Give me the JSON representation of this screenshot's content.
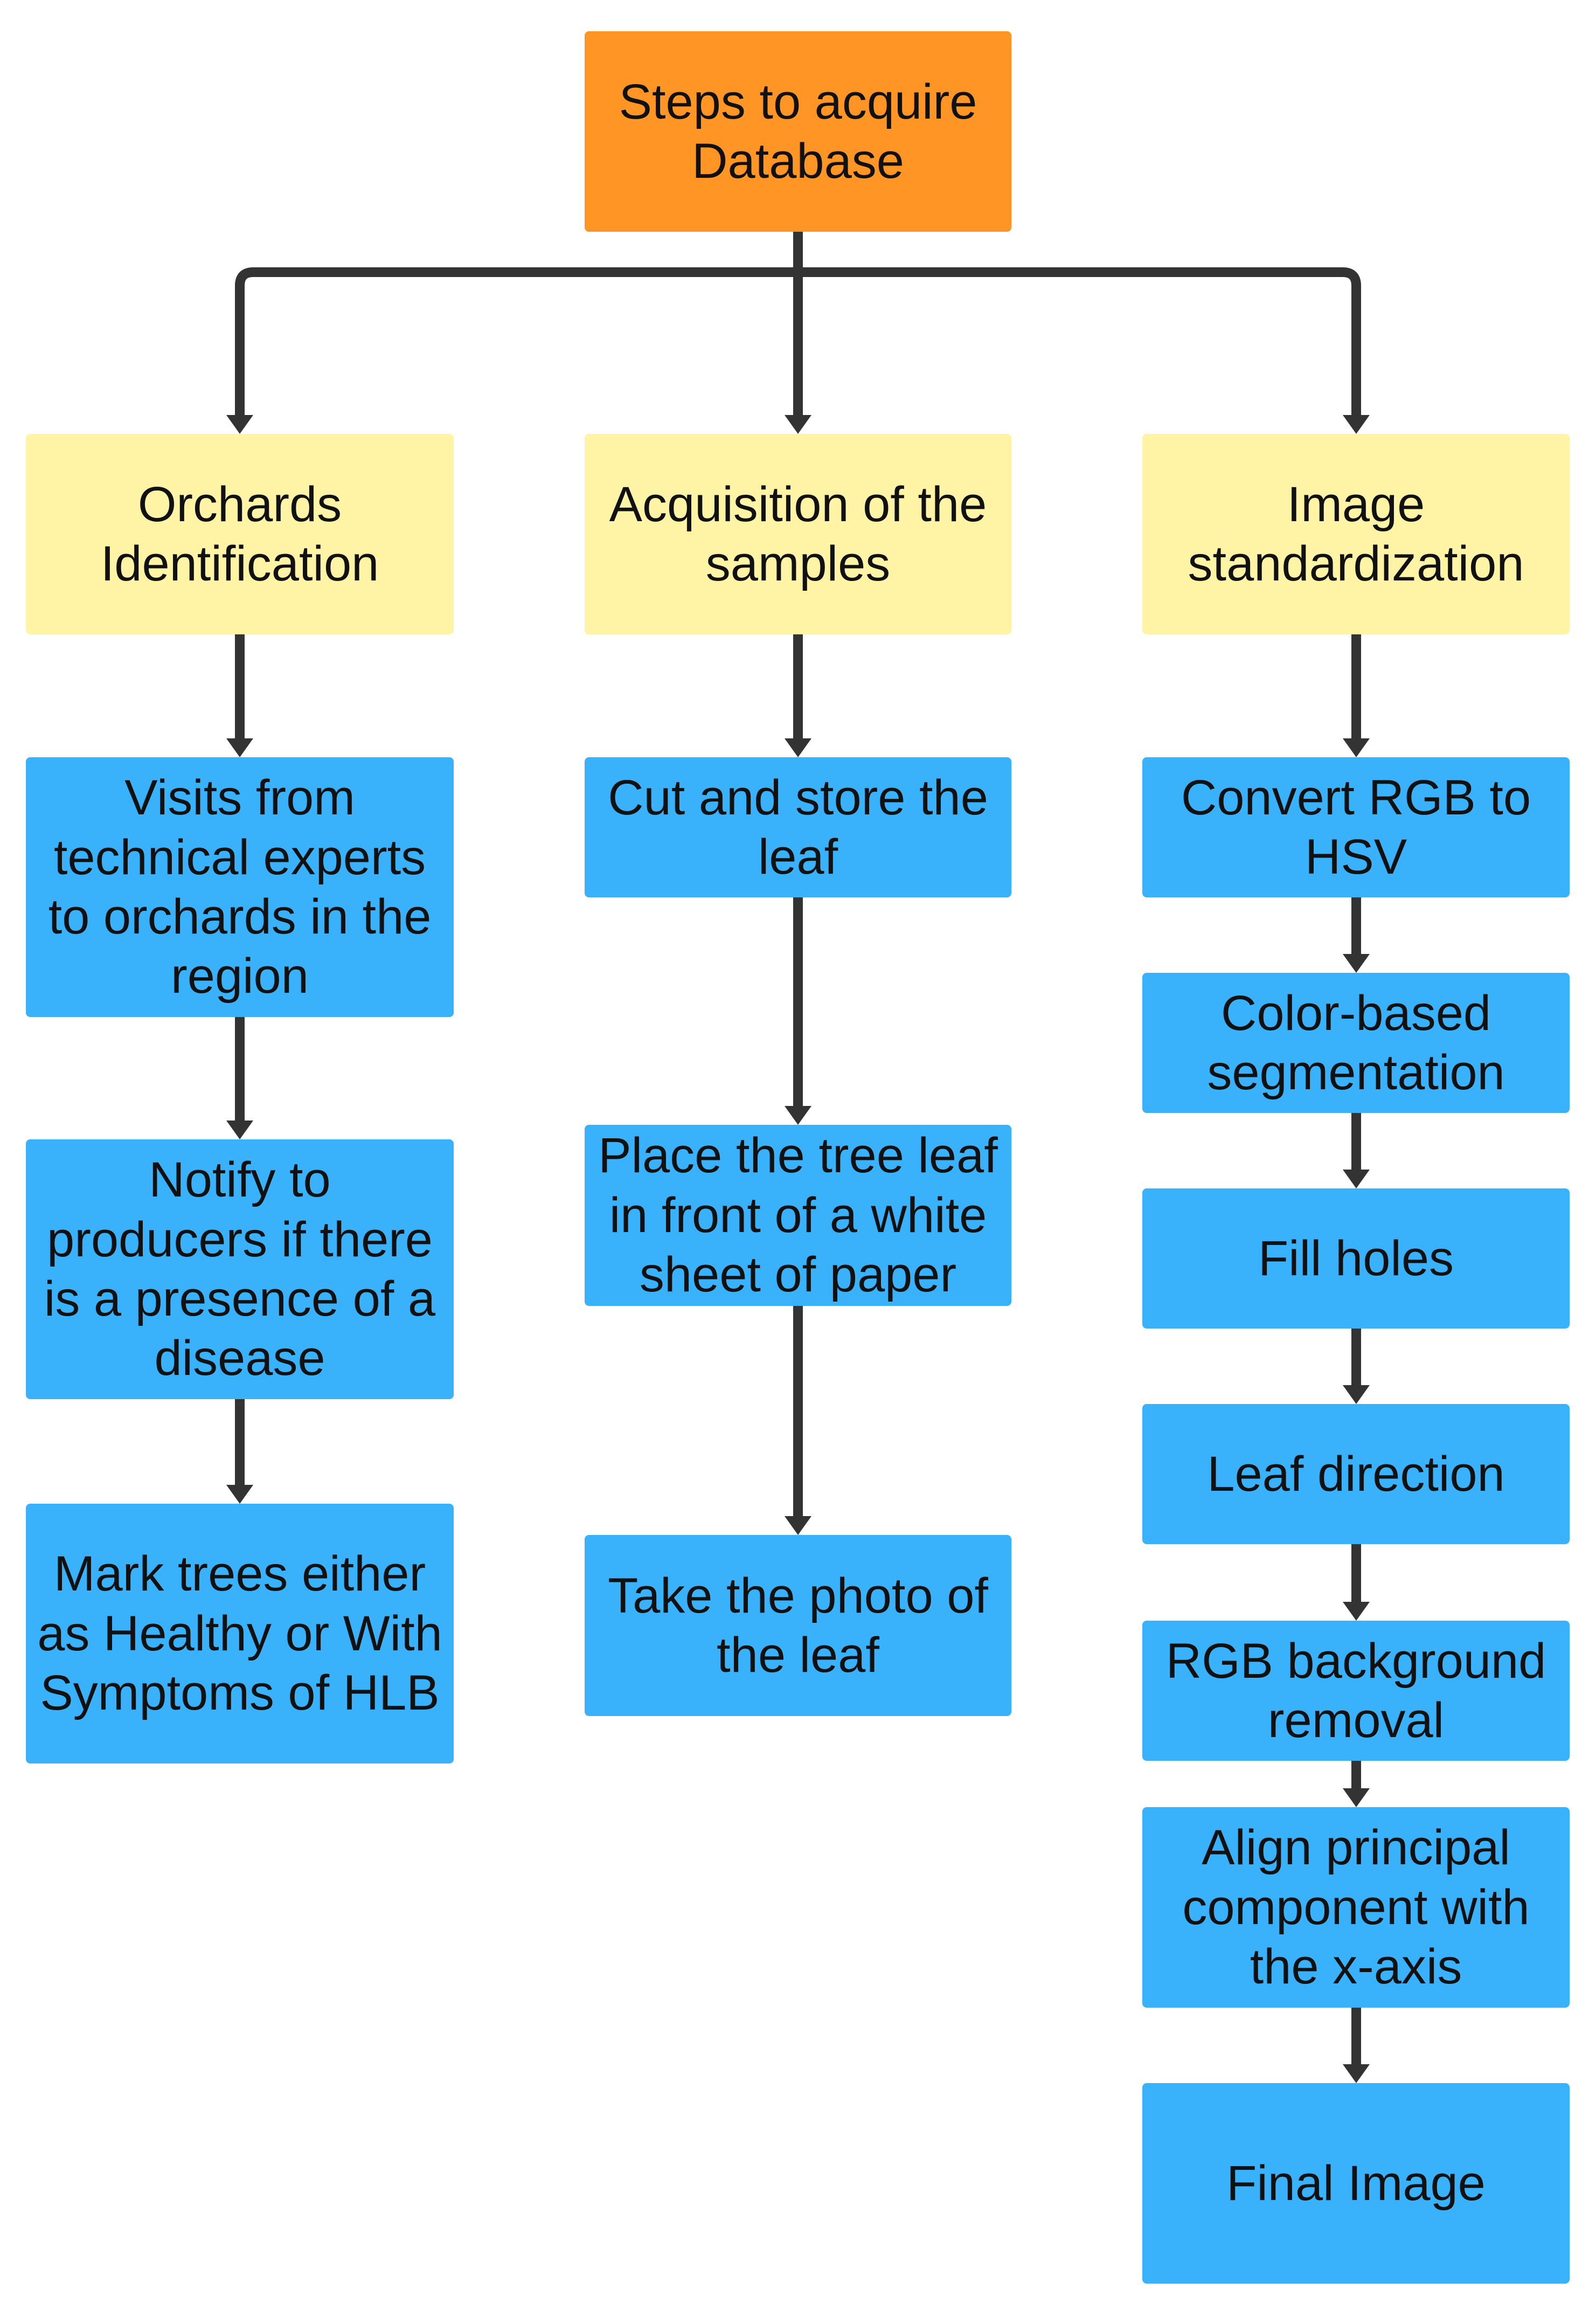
{
  "diagram": {
    "colors": {
      "root": "#ff9524",
      "category": "#fff3a6",
      "step": "#3ab2fb",
      "connector": "#333333"
    },
    "root": {
      "text": "Steps to acquire\nDatabase"
    },
    "categories": [
      {
        "text": "Orchards\nIdentification"
      },
      {
        "text": "Acquisition of the\nsamples"
      },
      {
        "text": "Image\nstandardization"
      }
    ],
    "columns": [
      {
        "steps": [
          {
            "text": "Visits from\ntechnical experts\nto orchards in the\nregion"
          },
          {
            "text": "Notify to\nproducers if there\nis a presence of a\ndisease"
          },
          {
            "text": "Mark trees either\nas Healthy or With\nSymptoms of HLB"
          }
        ]
      },
      {
        "steps": [
          {
            "text": "Cut and store the\nleaf"
          },
          {
            "text": "Place the tree leaf\nin front of a white\nsheet of paper"
          },
          {
            "text": "Take the photo of\nthe leaf"
          }
        ]
      },
      {
        "steps": [
          {
            "text": "Convert RGB to\nHSV"
          },
          {
            "text": "Color-based\nsegmentation"
          },
          {
            "text": "Fill holes"
          },
          {
            "text": "Leaf direction"
          },
          {
            "text": "RGB background\nremoval"
          },
          {
            "text": "Align principal\ncomponent with\nthe x-axis"
          },
          {
            "text": "Final Image"
          }
        ]
      }
    ]
  }
}
